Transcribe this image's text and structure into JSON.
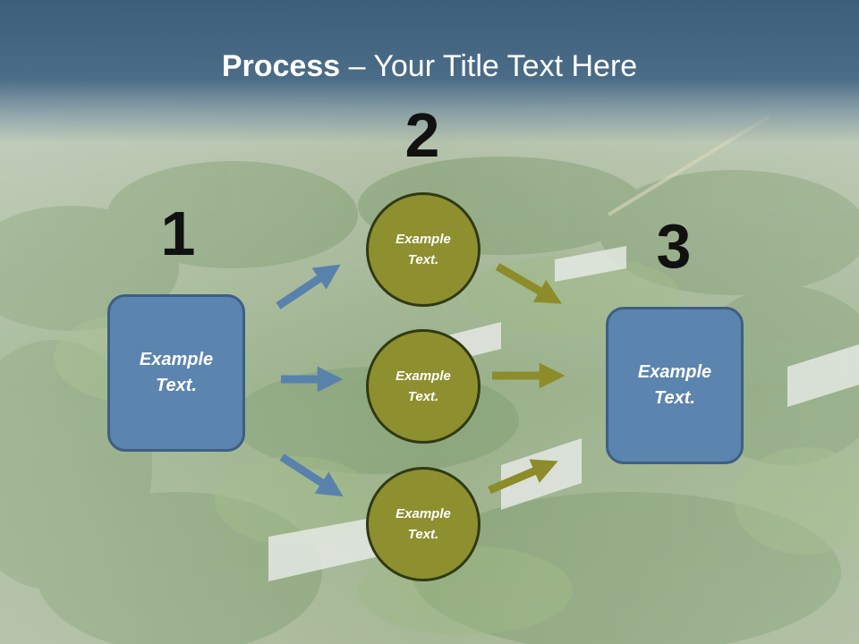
{
  "slide": {
    "title_bold": "Process",
    "title_rest": " – Your Title Text Here"
  },
  "steps": [
    {
      "number": "1",
      "label_line1": "Example",
      "label_line2": "Text."
    },
    {
      "number": "2"
    },
    {
      "number": "3",
      "label_line1": "Example",
      "label_line2": "Text."
    }
  ],
  "circles": [
    {
      "label_line1": "Example",
      "label_line2": "Text."
    },
    {
      "label_line1": "Example",
      "label_line2": "Text."
    },
    {
      "label_line1": "Example",
      "label_line2": "Text."
    }
  ],
  "colors": {
    "box_fill": "#5b84ae",
    "circle_fill": "#8e8f2e",
    "blue_arrow": "#5882ab",
    "olive_arrow": "#8c8c2a",
    "title_bar": "#3b5f80"
  }
}
